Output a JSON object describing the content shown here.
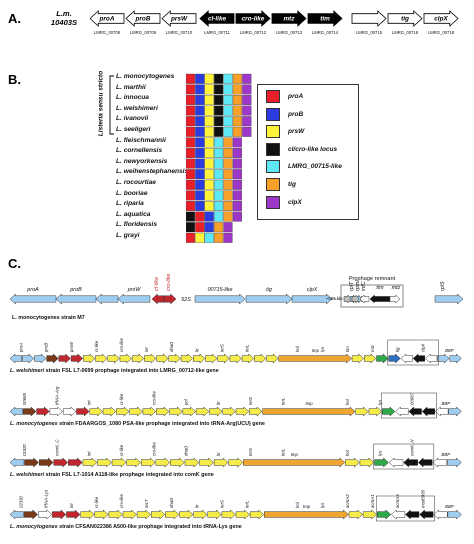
{
  "panel_a": {
    "letter": "A.",
    "strain_label": "L.m.\n10403S",
    "genes": [
      {
        "name": "proA",
        "locus": "LMRG_00708",
        "color": "#ffffff",
        "dir": "left",
        "text": "#000"
      },
      {
        "name": "proB",
        "locus": "LMRG_00709",
        "color": "#ffffff",
        "dir": "left",
        "text": "#000"
      },
      {
        "name": "prsW",
        "locus": "LMRG_00710",
        "color": "#ffffff",
        "dir": "left",
        "text": "#000"
      },
      {
        "name": "cI-like",
        "locus": "LMRG_00711",
        "color": "#000000",
        "dir": "left",
        "text": "#fff"
      },
      {
        "name": "cro-like",
        "locus": "LMRG_00712",
        "color": "#000000",
        "dir": "right",
        "text": "#fff"
      },
      {
        "name": "mtz",
        "locus": "LMRG_00713",
        "color": "#000000",
        "dir": "right",
        "text": "#fff"
      },
      {
        "name": "tim",
        "locus": "LMRG_00714",
        "color": "#000000",
        "dir": "right",
        "text": "#fff"
      },
      {
        "name": "",
        "locus": "LMRG_00715",
        "color": "#ffffff",
        "dir": "right",
        "text": "#000"
      },
      {
        "name": "tig",
        "locus": "LMRG_00716",
        "color": "#ffffff",
        "dir": "right",
        "text": "#000"
      },
      {
        "name": "clpX",
        "locus": "LMRG_00718",
        "color": "#ffffff",
        "dir": "right",
        "text": "#000"
      }
    ]
  },
  "panel_b": {
    "letter": "B.",
    "bracket_label": "Listeria sensu stricto",
    "species": [
      "L. monocytogenes",
      "L. marthii",
      "L. innocua",
      "L. welshimeri",
      "L. ivanovii",
      "L. seeligeri",
      "L. fleischmannii",
      "L. cornellensis",
      "L. newyorkensis",
      "L. weihenstephanensis",
      "L. rocourtiae",
      "L. booriae",
      "L. riparia",
      "L. aquatica",
      "L. floridensis",
      "L. grayi"
    ],
    "legend": [
      {
        "label": "proA",
        "color": "#e8202a"
      },
      {
        "label": "proB",
        "color": "#2b3be0"
      },
      {
        "label": "prsW",
        "color": "#fff23a"
      },
      {
        "label": "cI/cro-like locus",
        "color": "#111111"
      },
      {
        "label": "LMRG_00715-like",
        "color": "#5ee8f5"
      },
      {
        "label": "tig",
        "color": "#f7a12a"
      },
      {
        "label": "clpX",
        "color": "#9c37c8"
      }
    ],
    "rows": [
      [
        "proA",
        "proB",
        "prsW",
        "cI",
        "l715",
        "tig",
        "clpX"
      ],
      [
        "proA",
        "proB",
        "prsW",
        "cI",
        "l715",
        "tig",
        "clpX"
      ],
      [
        "proA",
        "proB",
        "prsW",
        "cI",
        "l715",
        "tig",
        "clpX"
      ],
      [
        "proA",
        "proB",
        "prsW",
        "cI",
        "l715",
        "tig",
        "clpX"
      ],
      [
        "proA",
        "proB",
        "prsW",
        "cI",
        "l715",
        "tig",
        "clpX"
      ],
      [
        "proA",
        "proB",
        "prsW",
        "cI",
        "l715",
        "tig",
        "clpX"
      ],
      [
        "proA",
        "proB",
        "prsW",
        "l715",
        "tig",
        "clpX"
      ],
      [
        "proA",
        "proB",
        "prsW",
        "l715",
        "tig",
        "clpX"
      ],
      [
        "proA",
        "proB",
        "prsW",
        "l715",
        "tig",
        "clpX"
      ],
      [
        "proA",
        "proB",
        "prsW",
        "l715",
        "tig",
        "clpX"
      ],
      [
        "proA",
        "proB",
        "prsW",
        "l715",
        "tig",
        "clpX"
      ],
      [
        "proA",
        "proB",
        "prsW",
        "l715",
        "tig",
        "clpX"
      ],
      [
        "proA",
        "proB",
        "prsW",
        "l715",
        "tig",
        "clpX"
      ],
      [
        "cI",
        "proA",
        "proB",
        "l715",
        "tig",
        "clpX"
      ],
      [
        "cI",
        "proA",
        "proB",
        "tig",
        "clpX"
      ],
      [
        "proA",
        "prsW",
        "l715",
        "tig",
        "clpX"
      ]
    ]
  },
  "panel_c": {
    "letter": "C.",
    "m7": {
      "title": "L. monocytogenes strain M7",
      "labels": [
        "proA",
        "proB",
        "prsW",
        "cI-like",
        "cro-like",
        "52S",
        "00715-like",
        "tig",
        "clpX",
        "~565 kb",
        "rplT",
        "rpmI",
        "infC",
        "Prophage remnant",
        "tim",
        "mtz",
        "rplS"
      ]
    },
    "tracks": [
      {
        "title_species": "L. welshimeri",
        "title_rest": " strain FSL L7-0699 prophage integrated into LMRG_00712-like gene",
        "labels": [
          "proA",
          "proB",
          "prsW",
          "cI-like",
          "cro-like",
          "int",
          "dnaD",
          "ltr",
          "terS",
          "terL",
          "tmp",
          "hol",
          "lys",
          "tim",
          "mtz",
          "tig",
          "clpX",
          "BBP"
        ]
      },
      {
        "title_species": "L. monocytogenes",
        "title_rest": " strain FDAARGOS_1080 PSA-like prophage integrated into tRNA-Arg(UCU) gene",
        "labels": [
          "00685",
          "tRNA-Arg",
          "int",
          "cI-like",
          "cro-like",
          "pol",
          "ltr",
          "terS",
          "terL",
          "tmp",
          "hol",
          "lys",
          "00687",
          "BBP"
        ]
      },
      {
        "title_species": "L. welshimeri",
        "title_rest": " strain FSL L7-1014 A118-like prophage integrated into comK gene",
        "labels": [
          "01920",
          "comK_C",
          "int",
          "cI-like",
          "cro-like",
          "dnaD",
          "ltr",
          "terS",
          "terL",
          "tmp",
          "hol",
          "lys",
          "comK_N",
          "BBP"
        ]
      },
      {
        "title_species": "L. monocytogenes",
        "title_rest": " strain CFSAN022386 A500-like prophage integrated into tRNA-Lys gene",
        "labels": [
          "02330",
          "tRNA-Lys",
          "int",
          "cI-like",
          "cro-like",
          "recT",
          "dnaD",
          "ltr",
          "terS",
          "terL",
          "tmp",
          "hol",
          "lys",
          "acrIIA2",
          "acrIIA1",
          "acrIIA3",
          "mod0995",
          "BBP"
        ]
      }
    ]
  }
}
